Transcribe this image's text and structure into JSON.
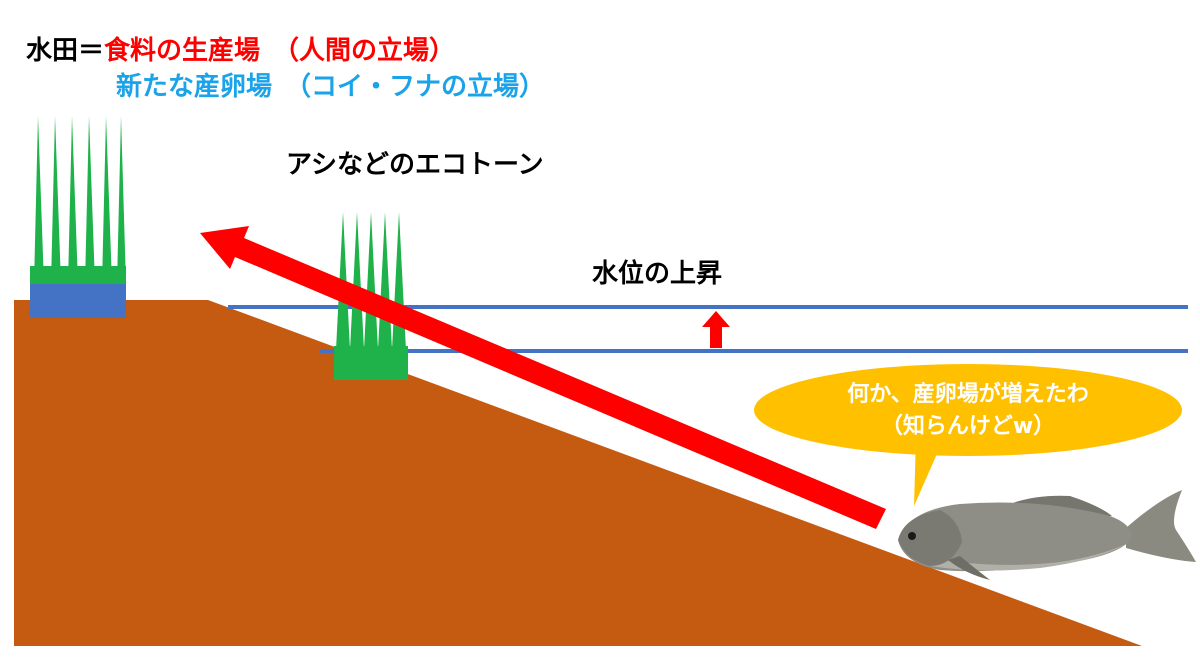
{
  "title": {
    "prefix": "水田＝",
    "line1": "食料の生産場　（人間の立場）",
    "line2": "新たな産卵場　（コイ・フナの立場）"
  },
  "labels": {
    "ecotone": "アシなどのエコトーン",
    "water_rise": "水位の上昇"
  },
  "speech_bubble": {
    "line1": "何か、産卵場が増えたわ",
    "line2": "（知らんけどw）"
  },
  "colors": {
    "text": "#000000",
    "line1_red": "#ff0000",
    "line2_blue": "#1aa3e8",
    "soil": "#c55a11",
    "reed_green": "#1fb24a",
    "paddy_blue": "#4472c4",
    "water_line": "#4472c4",
    "arrow_red": "#ff0000",
    "bubble_fill": "#ffc000",
    "bubble_text": "#ffffff"
  },
  "icons": {
    "fish": "carp-image",
    "arrow_up": "up-arrow-icon",
    "arrow_diag": "diagonal-arrow-icon"
  }
}
